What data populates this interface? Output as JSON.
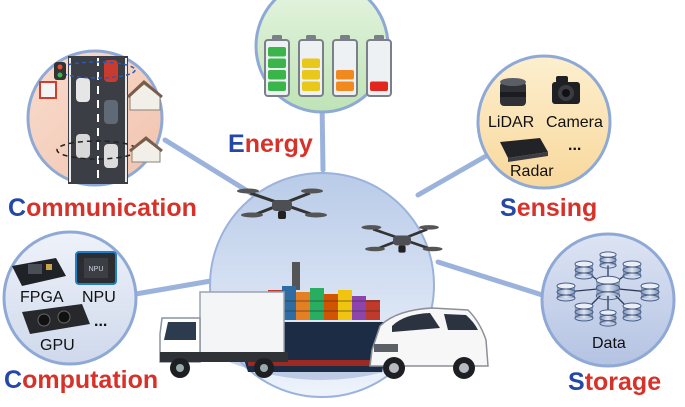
{
  "colors": {
    "caption_first_letter": "#2447a8",
    "caption_rest": "#d7322a",
    "connector": "#9bb3dc",
    "circle_border": "#8fa9d6",
    "center_fill": "#c4d3ec",
    "communication_fill": "#f6d5c4",
    "energy_fill": "#c9e8c2",
    "sensing_fill": "#fbe3b2",
    "storage_fill": "#c7d2ea",
    "computation_fill": "#dfe6f3"
  },
  "captions": {
    "communication": {
      "first": "C",
      "rest": "ommunication"
    },
    "energy": {
      "first": "E",
      "rest": "nergy"
    },
    "sensing": {
      "first": "S",
      "rest": "ensing"
    },
    "storage": {
      "first": "S",
      "rest": "torage"
    },
    "computation": {
      "first": "C",
      "rest": "omputation"
    }
  },
  "sensing": {
    "lidar": "LiDAR",
    "camera": "Camera",
    "radar": "Radar",
    "ellipsis": "..."
  },
  "computation": {
    "fpga": "FPGA",
    "npu": "NPU",
    "gpu": "GPU",
    "ellipsis": "...",
    "chip_text": "NPU"
  },
  "storage": {
    "data": "Data"
  },
  "energy": {
    "battery_levels": [
      {
        "level": 1.0,
        "color": "#39b54a"
      },
      {
        "level": 0.75,
        "color": "#e8c81b"
      },
      {
        "level": 0.5,
        "color": "#f08a1e"
      },
      {
        "level": 0.2,
        "color": "#e2261e"
      }
    ]
  },
  "icons": [
    "drone-icon",
    "truck-icon",
    "cargo-ship-icon",
    "suv-icon",
    "lidar-icon",
    "camera-icon",
    "radar-icon",
    "fpga-board-icon",
    "npu-chip-icon",
    "gpu-card-icon",
    "database-icon",
    "battery-icon",
    "road-icon",
    "house-icon"
  ]
}
